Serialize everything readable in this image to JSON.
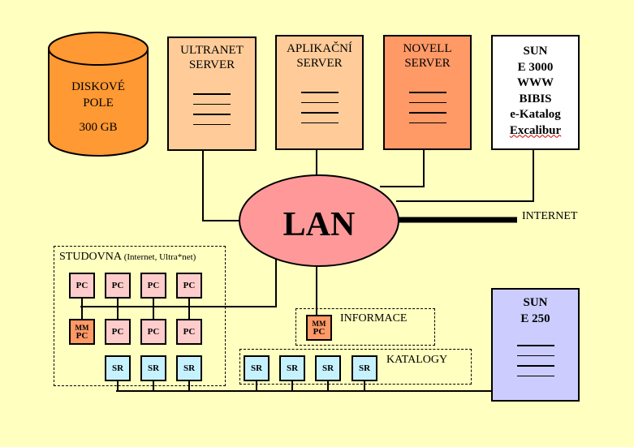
{
  "disk": {
    "line1": "DISKOVÉ",
    "line2": "POLE",
    "size": "300 GB"
  },
  "servers": {
    "ultranet": {
      "line1": "ULTRANET",
      "line2": "SERVER"
    },
    "aplikacni": {
      "line1": "APLIKAČNÍ",
      "line2": "SERVER"
    },
    "novell": {
      "line1": "NOVELL",
      "line2": "SERVER"
    }
  },
  "sun3000": {
    "lines": [
      "SUN",
      "E 3000",
      "WWW",
      "BIBIS",
      "e-Katalog",
      "Excalibur"
    ]
  },
  "lan": {
    "label": "LAN"
  },
  "internet": {
    "label": "INTERNET"
  },
  "studovna": {
    "title": "STUDOVNA",
    "subtitle": "(Internet, Ultra*net)"
  },
  "pc_label": "PC",
  "mm_label": "MM",
  "sr_label": "SR",
  "informace": {
    "label": "INFORMACE"
  },
  "katalogy": {
    "label": "KATALOGY"
  },
  "sun250": {
    "line1": "SUN",
    "line2": "E 250"
  },
  "colors": {
    "background": "#ffffc0",
    "disk": "#ff9933",
    "server_light": "#ffcc99",
    "server_novell": "#ff9966",
    "lan": "#ff9999",
    "pc": "#ffcccc",
    "sr": "#c6f2ff",
    "sun250": "#ccccff"
  }
}
